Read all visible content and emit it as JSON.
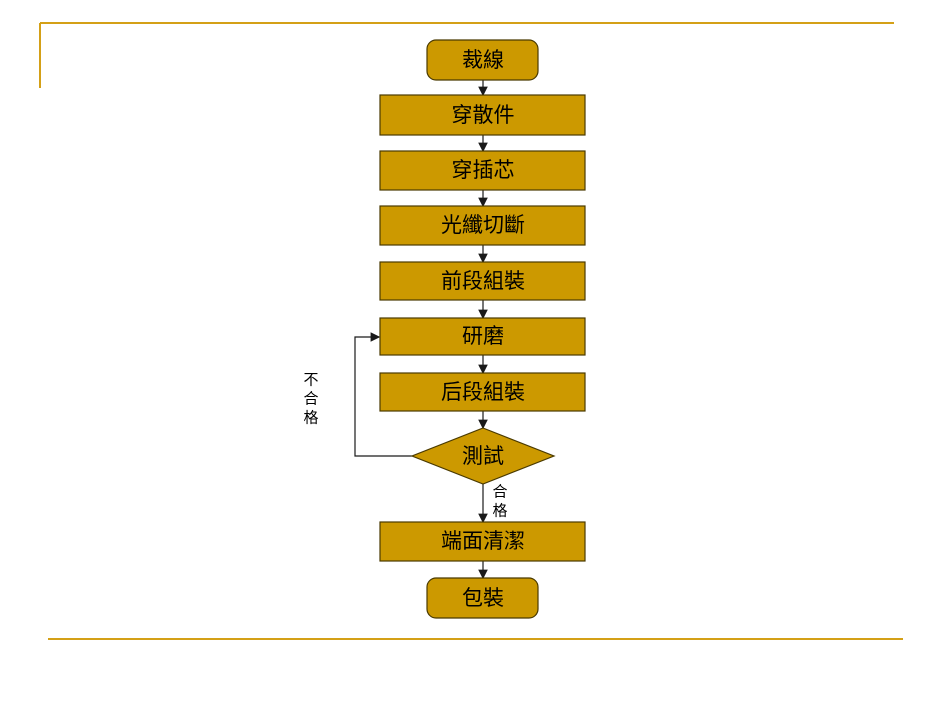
{
  "colors": {
    "node_fill": "#cc9900",
    "node_stroke": "#4a3a00",
    "accent_line": "#d4a017",
    "arrow": "#1a1a1a",
    "text": "#000000"
  },
  "nodes": {
    "start": "裁線",
    "step1": "穿散件",
    "step2": "穿插芯",
    "step3": "光纖切斷",
    "step4": "前段組裝",
    "step5": "研磨",
    "step6": "后段組裝",
    "decision": "測試",
    "step7": "端面清潔",
    "end": "包裝"
  },
  "labels": {
    "fail_1": "不",
    "fail_2": "合",
    "fail_3": "格",
    "pass_1": "合",
    "pass_2": "格"
  }
}
